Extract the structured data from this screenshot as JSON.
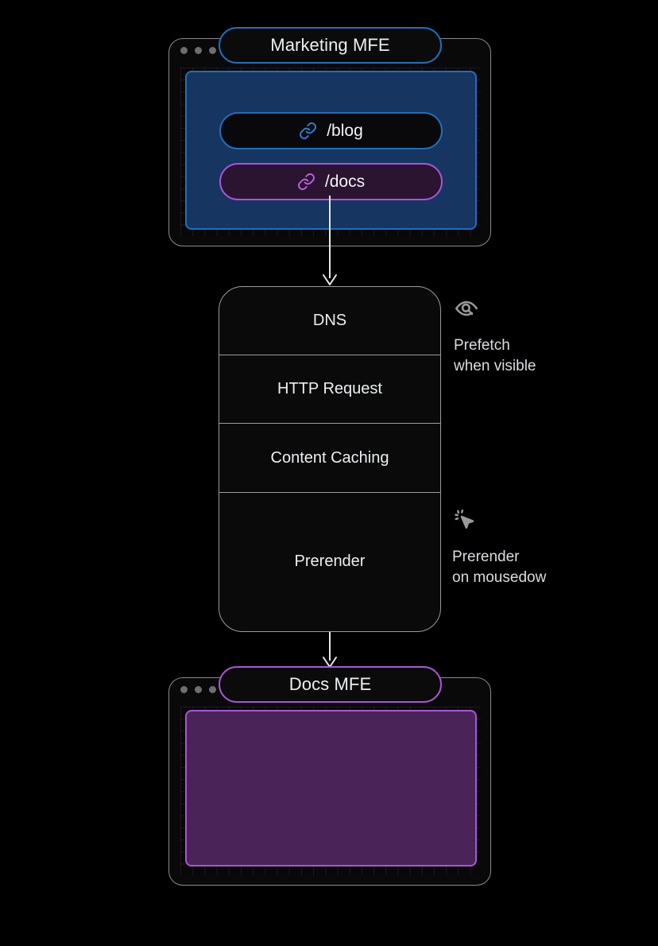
{
  "diagram": {
    "title": "Marketing MFE to Docs MFE prefetch pipeline",
    "background_color": "#000000"
  },
  "colors": {
    "blue_accent": "#1f6fbe",
    "blue_panel_fill": "#163560",
    "purple_accent": "#a855d8",
    "purple_panel_fill": "#4a2458",
    "docs_pill_fill": "#2a1430",
    "frame_border": "#8a8a8a",
    "text": "#eceff1",
    "grid_line": "rgba(120,70,130,0.22)"
  },
  "top_window": {
    "title": "Marketing MFE",
    "title_accent": "#1f6fbe",
    "traffic_lights": [
      "dot",
      "dot",
      "dot"
    ],
    "routes": [
      {
        "label": "/blog",
        "icon": "link-icon",
        "accent": "#1f6fbe",
        "state": "idle"
      },
      {
        "label": "/docs",
        "icon": "link-icon",
        "accent": "#a855d8",
        "state": "highlighted"
      }
    ]
  },
  "pipeline": {
    "stages": [
      {
        "label": "DNS"
      },
      {
        "label": "HTTP Request"
      },
      {
        "label": "Content Caching"
      },
      {
        "label": "Prerender"
      }
    ]
  },
  "annotations": [
    {
      "icon": "scan-eye-icon",
      "line1": "Prefetch",
      "line2": "when visible"
    },
    {
      "icon": "mouse-pointer-click-icon",
      "line1": "Prerender",
      "line2": "on mousedow"
    }
  ],
  "bottom_window": {
    "title": "Docs MFE",
    "title_accent": "#a855d8",
    "traffic_lights": [
      "dot",
      "dot",
      "dot"
    ],
    "content_panel": "empty-purple-page"
  },
  "connectors": [
    {
      "from": "/docs route",
      "to": "pipeline",
      "direction": "down"
    },
    {
      "from": "pipeline",
      "to": "Docs MFE",
      "direction": "down"
    }
  ]
}
